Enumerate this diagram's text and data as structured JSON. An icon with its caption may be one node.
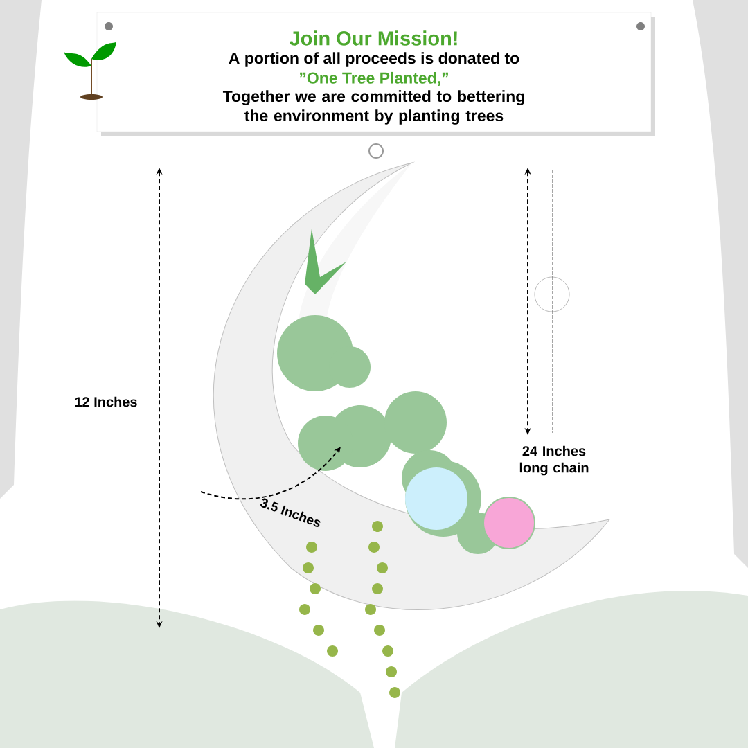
{
  "diagram": {
    "title": "Join Our Mission!",
    "labels": [
      "A portion of all proceeds is donated to",
      "”One Tree Planted,”",
      "Together we are committed to bettering the environment by planting trees",
      "12 Inches",
      "24 Inches long chain",
      "3.5 Inches"
    ]
  }
}
